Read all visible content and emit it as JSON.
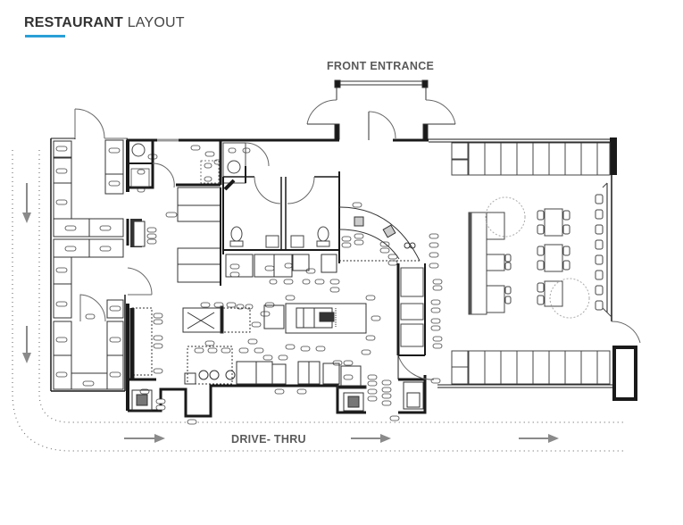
{
  "header": {
    "title_bold": "RESTAURANT",
    "title_light": "LAYOUT",
    "accent_color": "#2a9fd6"
  },
  "labels": {
    "front_entrance": "FRONT ENTRANCE",
    "drive_thru": "DRIVE- THRU"
  },
  "drive_thru": {
    "arrows": [
      {
        "direction": "down",
        "icon": "arrow-down-icon"
      },
      {
        "direction": "down",
        "icon": "arrow-down-icon"
      },
      {
        "direction": "right",
        "icon": "arrow-right-icon"
      },
      {
        "direction": "right",
        "icon": "arrow-right-icon"
      },
      {
        "direction": "right",
        "icon": "arrow-right-icon"
      }
    ]
  },
  "zones": [
    {
      "name": "walk-in-storage",
      "description": "Shelving storage area (west)"
    },
    {
      "name": "office-and-utility",
      "description": "Office / utility rooms (north-west)"
    },
    {
      "name": "restrooms",
      "description": "Two restrooms with toilets and sinks"
    },
    {
      "name": "kitchen",
      "description": "Cooking line and prep island"
    },
    {
      "name": "service-counter",
      "description": "Curved front counter"
    },
    {
      "name": "dining-room",
      "description": "Booths, tables and bar seating (east)"
    },
    {
      "name": "drive-thru-window",
      "description": "Drive-thru pickup window (south)"
    }
  ],
  "colors": {
    "wall": "#1a1a1a",
    "line": "#555555",
    "arrow": "#8a8a8a",
    "text": "#5a5a5a"
  }
}
